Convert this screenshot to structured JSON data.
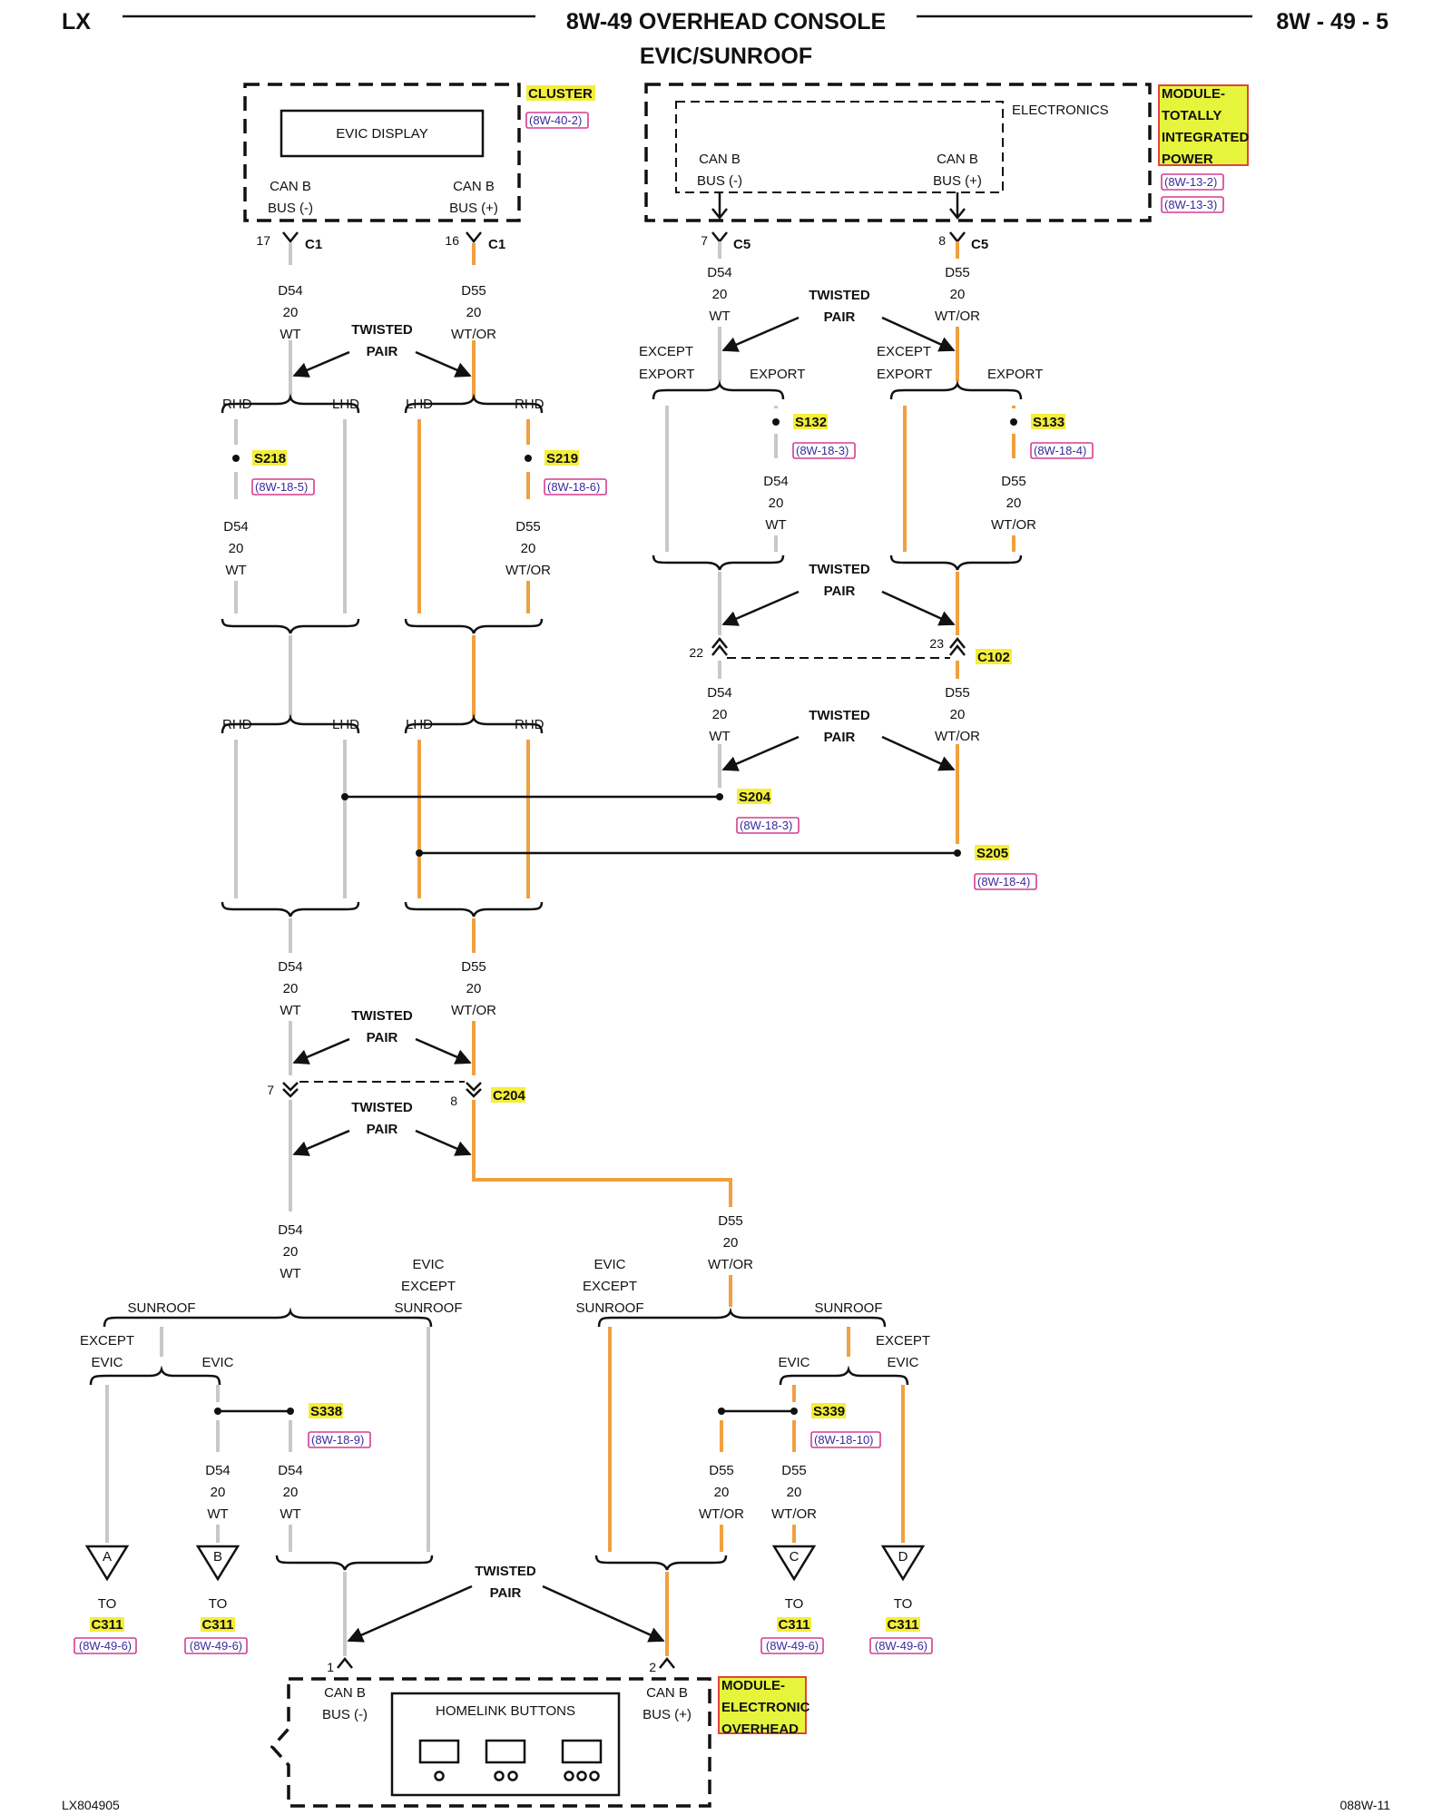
{
  "header": {
    "left": "LX",
    "title": "8W-49 OVERHEAD CONSOLE",
    "subtitle": "EVIC/SUNROOF",
    "page": "8W - 49 - 5"
  },
  "footer": {
    "left": "LX804905",
    "right": "088W-11"
  },
  "colors": {
    "wire_wt": "#c8c8c8",
    "wire_or": "#f0a040",
    "highlight": "#f4ee3a"
  },
  "cluster": {
    "name": "CLUSTER",
    "ref": "(8W-40-2)",
    "display": "EVIC DISPLAY",
    "pin_neg_l1": "CAN B",
    "pin_neg_l2": "BUS (-)",
    "pin_pos_l1": "CAN B",
    "pin_pos_l2": "BUS (+)",
    "conn": "C1",
    "pin_neg": "17",
    "pin_pos": "16"
  },
  "tipm": {
    "name_lines": [
      "MODULE-",
      "TOTALLY",
      "INTEGRATED",
      "POWER"
    ],
    "refs": [
      "(8W-13-2)",
      "(8W-13-3)"
    ],
    "inner": "ELECTRONICS",
    "pin_neg_l1": "CAN B",
    "pin_neg_l2": "BUS (-)",
    "pin_pos_l1": "CAN B",
    "pin_pos_l2": "BUS (+)",
    "conn": "C5",
    "pin_neg": "7",
    "pin_pos": "8"
  },
  "wire_neg": {
    "circuit": "D54",
    "gauge": "20",
    "color": "WT"
  },
  "wire_pos": {
    "circuit": "D55",
    "gauge": "20",
    "color": "WT/OR"
  },
  "labels": {
    "twisted": "TWISTED",
    "pair": "PAIR",
    "rhd": "RHD",
    "lhd": "LHD",
    "except": "EXCEPT",
    "export": "EXPORT",
    "evic": "EVIC",
    "sunroof": "SUNROOF",
    "to": "TO"
  },
  "splices": {
    "s218": {
      "id": "S218",
      "ref": "(8W-18-5)"
    },
    "s219": {
      "id": "S219",
      "ref": "(8W-18-6)"
    },
    "s132": {
      "id": "S132",
      "ref": "(8W-18-3)"
    },
    "s133": {
      "id": "S133",
      "ref": "(8W-18-4)"
    },
    "s204": {
      "id": "S204",
      "ref": "(8W-18-3)"
    },
    "s205": {
      "id": "S205",
      "ref": "(8W-18-4)"
    },
    "s338": {
      "id": "S338",
      "ref": "(8W-18-9)"
    },
    "s339": {
      "id": "S339",
      "ref": "(8W-18-10)"
    }
  },
  "connectors": {
    "c102": {
      "id": "C102",
      "pin_neg": "22",
      "pin_pos": "23"
    },
    "c204": {
      "id": "C204",
      "pin_neg": "7",
      "pin_pos": "8"
    }
  },
  "terminals": {
    "a": {
      "letter": "A",
      "conn": "C311",
      "ref": "(8W-49-6)"
    },
    "b": {
      "letter": "B",
      "conn": "C311",
      "ref": "(8W-49-6)"
    },
    "c": {
      "letter": "C",
      "conn": "C311",
      "ref": "(8W-49-6)"
    },
    "d": {
      "letter": "D",
      "conn": "C311",
      "ref": "(8W-49-6)"
    }
  },
  "overhead": {
    "name_lines": [
      "MODULE-",
      "ELECTRONIC",
      "OVERHEAD"
    ],
    "homelink": "HOMELINK BUTTONS",
    "pin_neg_l1": "CAN B",
    "pin_neg_l2": "BUS (-)",
    "pin_pos_l1": "CAN B",
    "pin_pos_l2": "BUS (+)",
    "pin_neg": "1",
    "pin_pos": "2"
  }
}
